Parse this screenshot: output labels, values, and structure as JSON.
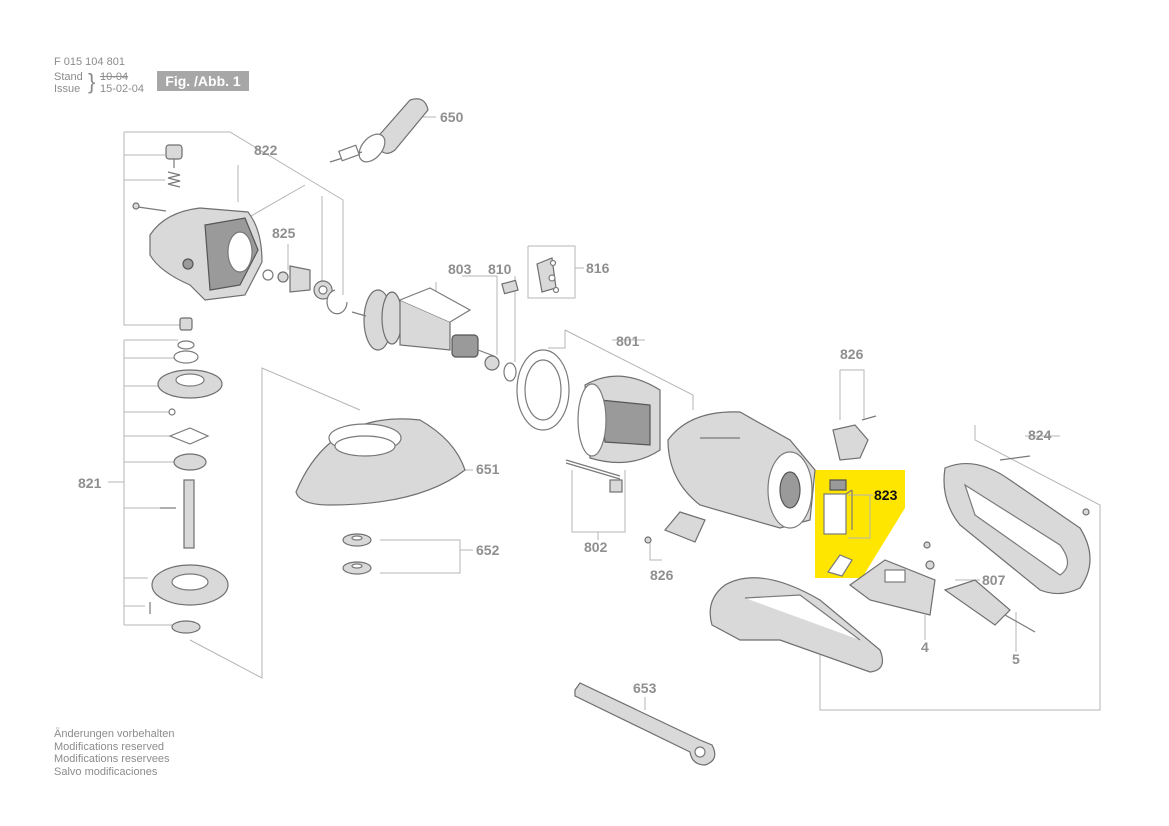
{
  "header": {
    "doc_number": "F 015 104 801",
    "stand_label": "Stand",
    "issue_label": "Issue",
    "old_date": "10-04",
    "date": "15-02-04",
    "fig_label": "Fig. /Abb. 1"
  },
  "notes": [
    "Änderungen vorbehalten",
    "Modifications reserved",
    "Modifications reservees",
    "Salvo modificaciones"
  ],
  "parts": {
    "p650": "650",
    "p822": "822",
    "p825": "825",
    "p803": "803",
    "p810": "810",
    "p816": "816",
    "p801": "801",
    "p826a": "826",
    "p826b": "826",
    "p824": "824",
    "p823": "823",
    "p821": "821",
    "p651": "651",
    "p652": "652",
    "p802": "802",
    "p807": "807",
    "p4": "4",
    "p5": "5",
    "p653": "653"
  },
  "colors": {
    "highlight": "#ffe600",
    "label": "#8f8f8f",
    "line": "#b5b5b5"
  }
}
